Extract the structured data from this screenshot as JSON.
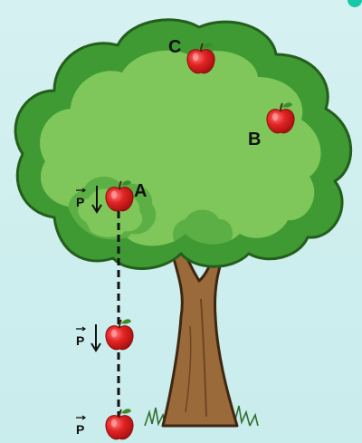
{
  "diagram": {
    "points": [
      {
        "id": "A",
        "label": "A"
      },
      {
        "id": "B",
        "label": "B"
      },
      {
        "id": "C",
        "label": "C"
      }
    ],
    "force_symbol": "P",
    "colors": {
      "background": "#d2efef",
      "canopy_dark": "#3f9a33",
      "canopy_light": "#7fc75a",
      "trunk": "#9b6a3a",
      "trunk_dark": "#5b3a1c",
      "apple": "#d81e1e",
      "apple_highlight": "#ff6a6a",
      "leaf": "#3b8f2a",
      "path_line": "#111111",
      "corner_dot": "#17c7a6"
    }
  }
}
